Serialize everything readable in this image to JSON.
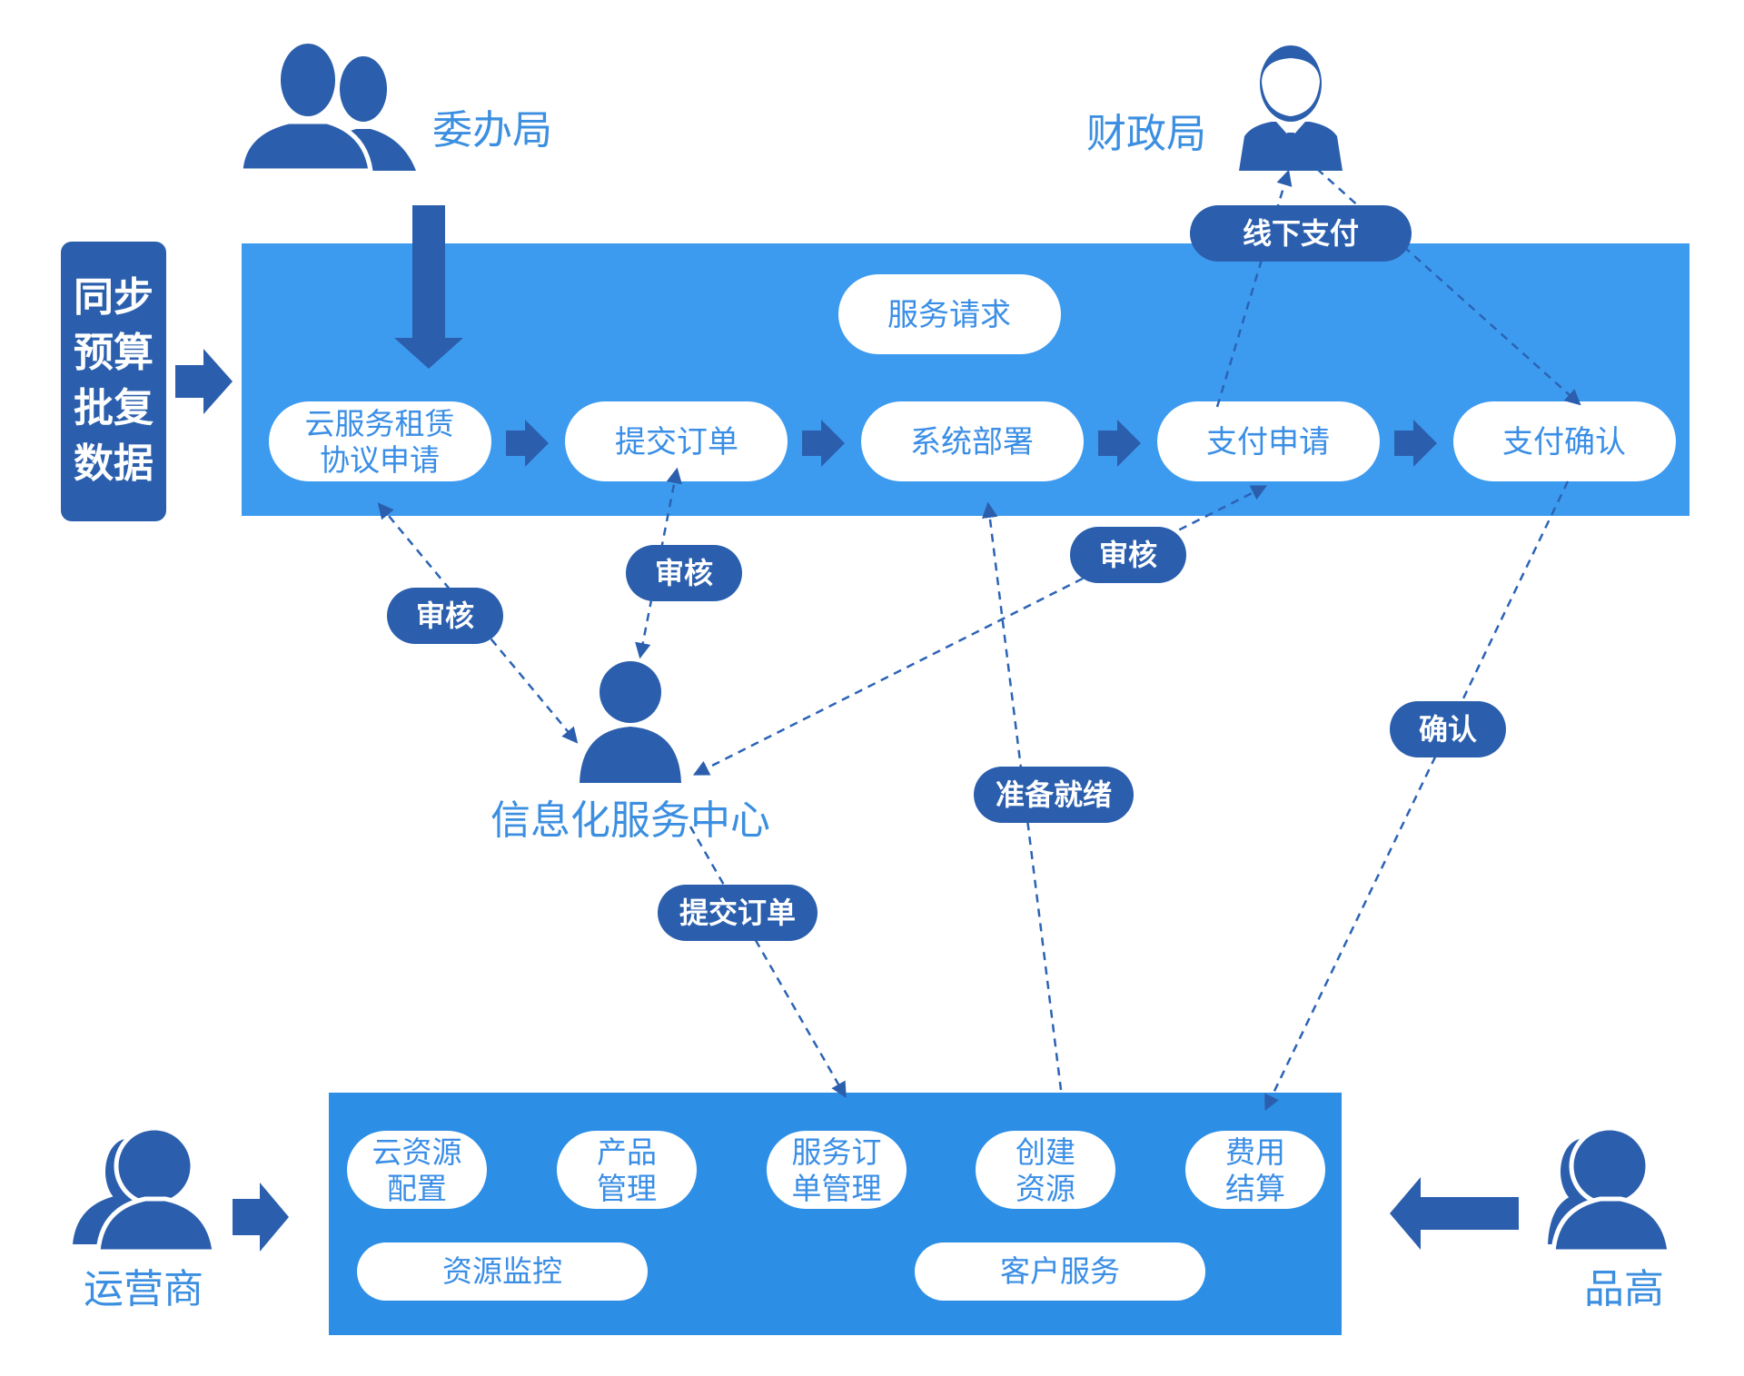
{
  "actors": {
    "committee": "委办局",
    "finance": "财政局",
    "info_center": "信息化服务中心",
    "operator": "运营商",
    "pingao": "品高"
  },
  "side_box": [
    "同步",
    "预算",
    "批复",
    "数据"
  ],
  "top_panel": {
    "service_request": "服务请求",
    "flow": [
      [
        "云服务租赁",
        "协议申请"
      ],
      [
        "提交订单"
      ],
      [
        "系统部署"
      ],
      [
        "支付申请"
      ],
      [
        "支付确认"
      ]
    ]
  },
  "edge_labels": {
    "offline_pay": "线下支付",
    "review_1": "审核",
    "review_2": "审核",
    "review_3": "审核",
    "ready": "准备就绪",
    "confirm": "确认",
    "submit_order": "提交订单"
  },
  "bottom_panel": {
    "modules": [
      [
        "云资源",
        "配置"
      ],
      [
        "产品",
        "管理"
      ],
      [
        "服务订",
        "单管理"
      ],
      [
        "创建",
        "资源"
      ],
      [
        "费用",
        "结算"
      ]
    ],
    "monitor": "资源监控",
    "customer_service": "客户服务"
  },
  "colors": {
    "panel_top": "#3d9bef",
    "panel_bottom": "#2d8ee6",
    "dark_blue": "#2b5fad",
    "label_blue": "#3c8fe0"
  }
}
